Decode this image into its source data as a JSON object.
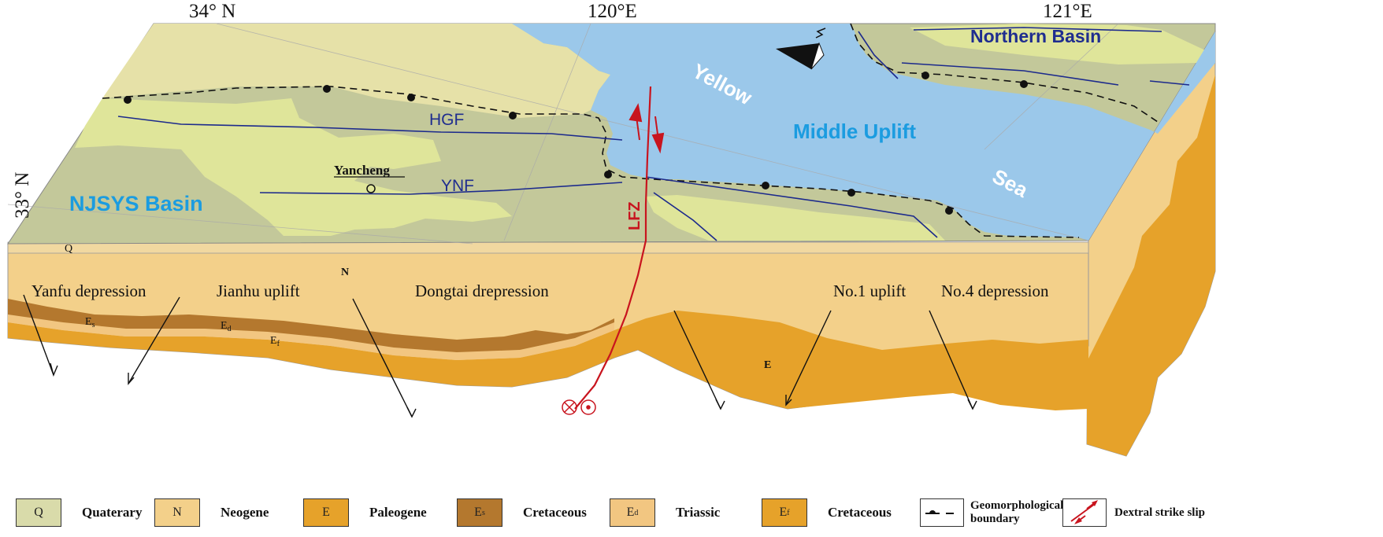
{
  "coordinates": {
    "lon_34": "34° N",
    "lon_120": "120°E",
    "lon_121": "121°E",
    "lat_33": "33° N"
  },
  "map_labels": {
    "northern_basin": "Northern Basin",
    "yellow": "Yellow",
    "middle_uplift": "Middle Uplift",
    "sea": "Sea",
    "hgf": "HGF",
    "ynf": "YNF",
    "yancheng": "Yancheng",
    "njsys_basin": "NJSYS Basin",
    "lfz": "LFZ",
    "q_top": "Q"
  },
  "section_labels": {
    "yanfu": "Yanfu depression",
    "jianhu": "Jianhu uplift",
    "dongtai": "Dongtai drepression",
    "no1_uplift": "No.1 uplift",
    "no4_depression": "No.4 depression",
    "n_label": "N",
    "e_label": "E",
    "es_main": "E",
    "es_sub": "s",
    "ed_main": "E",
    "ed_sub": "d",
    "ef_main": "E",
    "ef_sub": "f"
  },
  "legend": {
    "items": [
      {
        "code": "Q",
        "sub": "",
        "label": "Quaterary",
        "color": "#d9dbaa"
      },
      {
        "code": "N",
        "sub": "",
        "label": "Neogene",
        "color": "#f3d08a"
      },
      {
        "code": "E",
        "sub": "",
        "label": "Paleogene",
        "color": "#e6a22a"
      },
      {
        "code": "E",
        "sub": "s",
        "label": "Cretaceous",
        "color": "#b4782e"
      },
      {
        "code": "E",
        "sub": "d",
        "label": "Triassic",
        "color": "#f2c681"
      },
      {
        "code": "E",
        "sub": "f",
        "label": "Cretaceous",
        "color": "#e6a22a"
      }
    ],
    "geomorph_line1": "Geomorphological",
    "geomorph_line2": "boundary",
    "strike_slip": "Dextral strike slip"
  },
  "colors": {
    "sea": "#9bc8ea",
    "light_land": "#e6e1a8",
    "yellow_green": "#dfe59a",
    "olive_land": "#c3c89a",
    "neogene": "#f3d08a",
    "paleogene": "#e6a22a",
    "brown_layer": "#b4782e",
    "fault_red": "#c8141e",
    "fault_blue": "#1c2a8c",
    "label_blue": "#1b9ce0",
    "label_navy": "#1f2d8f"
  }
}
